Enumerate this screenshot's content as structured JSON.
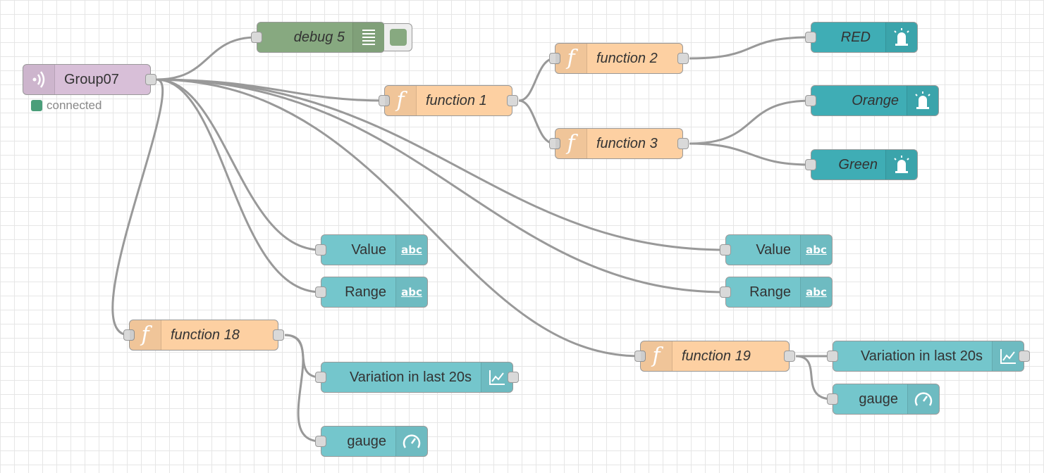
{
  "colors": {
    "mqtt": "#d8bfd8",
    "debug": "#87a980",
    "function": "#fdd0a2",
    "led": "#3fadb5",
    "dashboard": "#74c6cc",
    "wire": "#999999",
    "port": "#d9d9d9",
    "status_connected": "#4a9e7a"
  },
  "nodes": {
    "group07": {
      "label": "Group07",
      "icon": "mqtt-wave-icon",
      "status": "connected"
    },
    "debug5": {
      "label": "debug 5",
      "icon": "list-icon"
    },
    "function1": {
      "label": "function 1",
      "icon": "function-icon"
    },
    "function2": {
      "label": "function 2",
      "icon": "function-icon"
    },
    "function3": {
      "label": "function 3",
      "icon": "function-icon"
    },
    "red": {
      "label": "RED",
      "icon": "alarm-light-icon"
    },
    "orange": {
      "label": "Orange",
      "icon": "alarm-light-icon"
    },
    "green": {
      "label": "Green",
      "icon": "alarm-light-icon"
    },
    "value_a": {
      "label": "Value",
      "icon": "abc-text-icon"
    },
    "range_a": {
      "label": "Range",
      "icon": "abc-text-icon"
    },
    "value_b": {
      "label": "Value",
      "icon": "abc-text-icon"
    },
    "range_b": {
      "label": "Range",
      "icon": "abc-text-icon"
    },
    "function18": {
      "label": "function 18",
      "icon": "function-icon"
    },
    "function19": {
      "label": "function 19",
      "icon": "function-icon"
    },
    "chart_a": {
      "label": "Variation in last 20s",
      "icon": "line-chart-icon"
    },
    "chart_b": {
      "label": "Variation in last 20s",
      "icon": "line-chart-icon"
    },
    "gauge_a": {
      "label": "gauge",
      "icon": "gauge-icon"
    },
    "gauge_b": {
      "label": "gauge",
      "icon": "gauge-icon"
    }
  }
}
